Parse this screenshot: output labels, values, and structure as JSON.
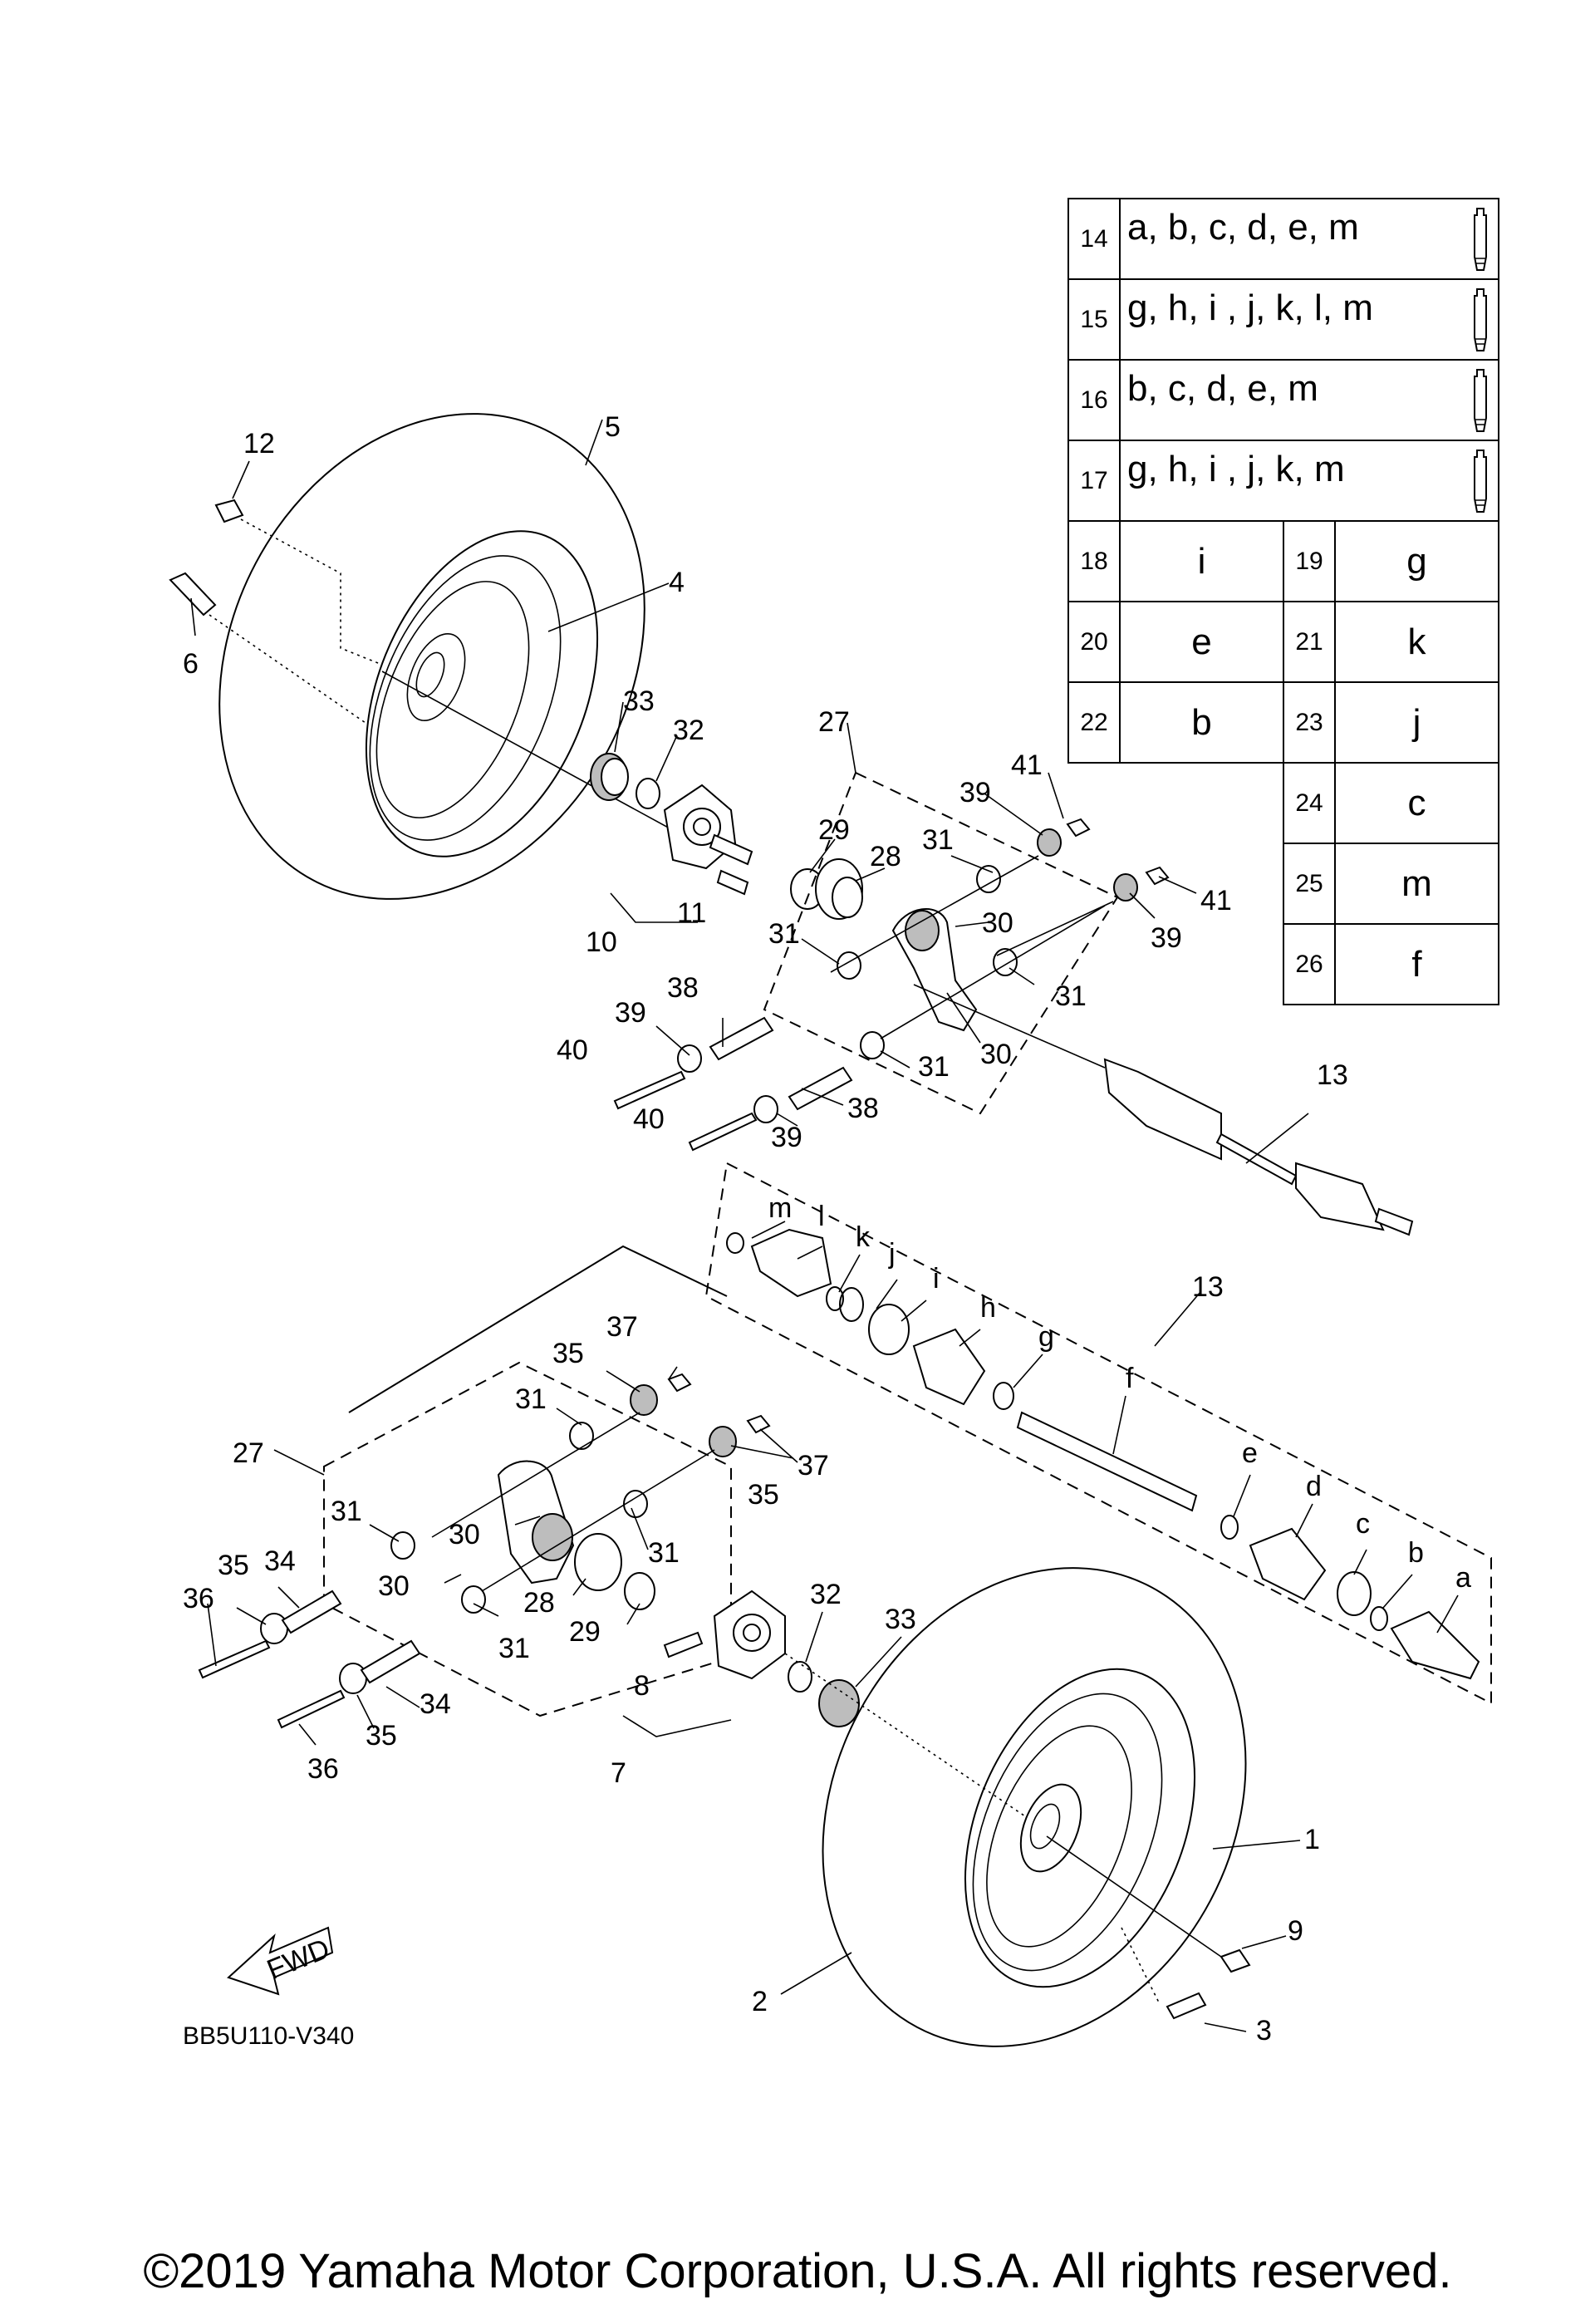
{
  "diagram": {
    "code": "BB5U110-V340",
    "fwd_label": "FWD",
    "callouts": {
      "c1": "1",
      "c2": "2",
      "c3": "3",
      "c4": "4",
      "c5": "5",
      "c6": "6",
      "c7": "7",
      "c8": "8",
      "c9": "9",
      "c10": "10",
      "c11": "11",
      "c12": "12",
      "c13a": "13",
      "c13b": "13",
      "c27a": "27",
      "c27b": "27",
      "c28a": "28",
      "c28b": "28",
      "c29a": "29",
      "c29b": "29",
      "c30a": "30",
      "c30b": "30",
      "c30c": "30",
      "c30d": "30",
      "c31a": "31",
      "c31b": "31",
      "c31c": "31",
      "c31d": "31",
      "c31e": "31",
      "c31f": "31",
      "c31g": "31",
      "c31h": "31",
      "c32a": "32",
      "c32b": "32",
      "c33a": "33",
      "c33b": "33",
      "c34a": "34",
      "c34b": "34",
      "c35a": "35",
      "c35b": "35",
      "c35c": "35",
      "c35d": "35",
      "c36a": "36",
      "c36b": "36",
      "c37a": "37",
      "c37b": "37",
      "c38a": "38",
      "c38b": "38",
      "c39a": "39",
      "c39b": "39",
      "c39c": "39",
      "c39d": "39",
      "c40a": "40",
      "c40b": "40",
      "c41a": "41",
      "c41b": "41"
    },
    "letters": {
      "a": "a",
      "b": "b",
      "c": "c",
      "d": "d",
      "e": "e",
      "f": "f",
      "g": "g",
      "h": "h",
      "i": "i",
      "j": "j",
      "k": "k",
      "l": "l",
      "m": "m"
    }
  },
  "legend": {
    "kit_rows": [
      {
        "num": "14",
        "letters": "a, b, c, d, e, m",
        "icon": "grease-tube-icon"
      },
      {
        "num": "15",
        "letters": "g, h, i , j, k, l, m",
        "icon": "grease-tube-icon"
      },
      {
        "num": "16",
        "letters": "b, c, d, e, m",
        "icon": "grease-tube-icon"
      },
      {
        "num": "17",
        "letters": "g, h, i , j, k, m",
        "icon": "grease-tube-icon"
      }
    ],
    "pair_rows": [
      {
        "n1": "18",
        "v1": "i",
        "n2": "19",
        "v2": "g"
      },
      {
        "n1": "20",
        "v1": "e",
        "n2": "21",
        "v2": "k"
      },
      {
        "n1": "22",
        "v1": "b",
        "n2": "23",
        "v2": "j"
      },
      {
        "n2": "24",
        "v2": "c"
      },
      {
        "n2": "25",
        "v2": "m"
      },
      {
        "n2": "26",
        "v2": "f"
      }
    ]
  },
  "footer": {
    "copyright": "©2019 Yamaha Motor Corporation, U.S.A. All rights reserved."
  }
}
